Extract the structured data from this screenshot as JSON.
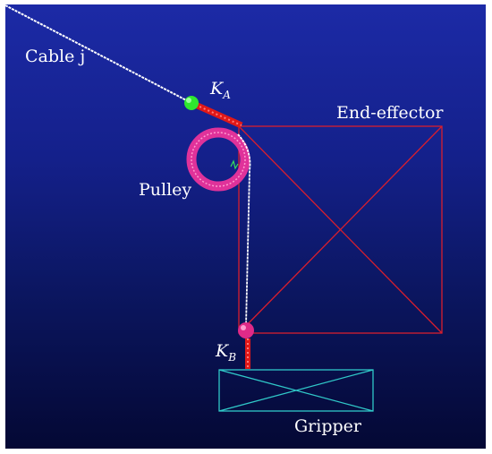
{
  "labels": {
    "cable": "Cable j",
    "pulley": "Pulley",
    "end_effector": "End-effector",
    "gripper": "Gripper",
    "ka_main": "K",
    "ka_sub": "A",
    "kb_main": "K",
    "kb_sub": "B"
  },
  "colors": {
    "background_top": "#1c2aa6",
    "background_bottom": "#040834",
    "cable": "#ffffff",
    "end_effector_frame": "#d81e2e",
    "gripper_frame": "#30c8c8",
    "pulley": "#e0329a",
    "anchor_a": "#2ee82e",
    "anchor_b": "#e02a88",
    "spring": "#e01818"
  }
}
